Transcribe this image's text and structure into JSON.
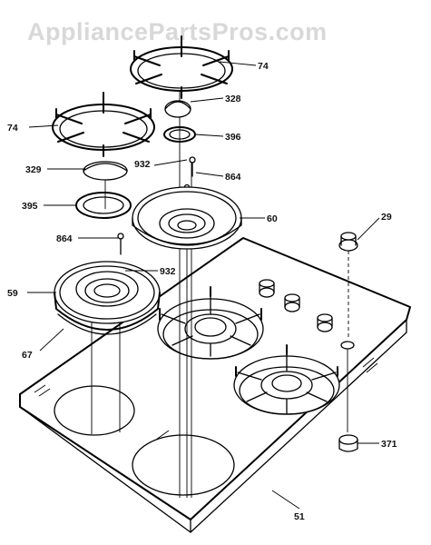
{
  "watermark": "AppliancePartsPros.com",
  "callouts": {
    "c74a": "74",
    "c74b": "74",
    "c328": "328",
    "c396": "396",
    "c329": "329",
    "c932a": "932",
    "c864a": "864",
    "c395": "395",
    "c60": "60",
    "c29": "29",
    "c864b": "864",
    "c932b": "932",
    "c59": "59",
    "c67": "67",
    "c371": "371",
    "c51": "51"
  }
}
